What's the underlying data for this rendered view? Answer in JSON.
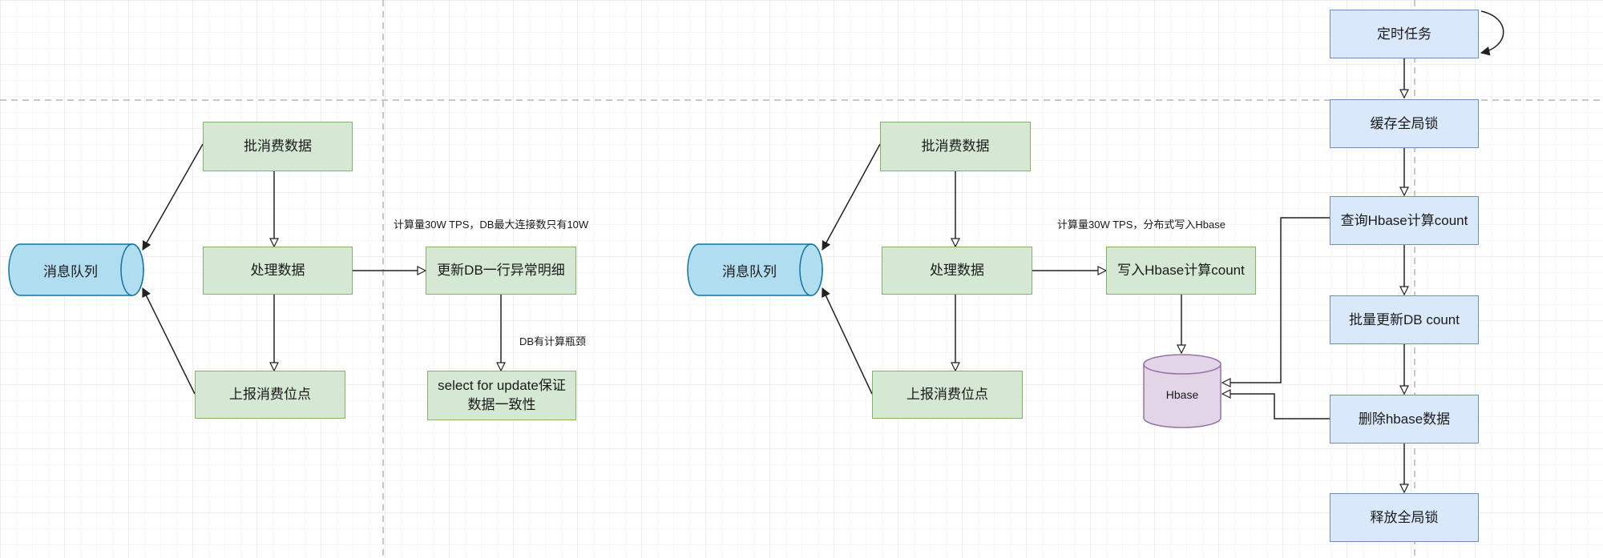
{
  "left": {
    "queue": "消息队列",
    "batch": "批消费数据",
    "process": "处理数据",
    "report": "上报消费位点",
    "update_db": "更新DB一行异常明细",
    "select_update": "select for update保证数据一致性",
    "label_tps": "计算量30W TPS，DB最大连接数只有10W",
    "label_bottleneck": "DB有计算瓶颈"
  },
  "middle": {
    "queue": "消息队列",
    "batch": "批消费数据",
    "process": "处理数据",
    "report": "上报消费位点",
    "write_hbase": "写入Hbase计算count",
    "hbase": "Hbase",
    "label_tps": "计算量30W TPS，分布式写入Hbase"
  },
  "right": {
    "timer": "定时任务",
    "cache_lock": "缓存全局锁",
    "query_hbase": "查询Hbase计算count",
    "batch_update": "批量更新DB count",
    "delete_hbase": "删除hbase数据",
    "release_lock": "释放全局锁"
  },
  "colors": {
    "green_fill": "#d5e8d4",
    "green_stroke": "#82b366",
    "blue_fill": "#dae8fc",
    "blue_stroke": "#6c8ebf",
    "queue_fill": "#b1ddf0",
    "queue_stroke": "#10739e",
    "hbase_fill": "#e1d5e7",
    "hbase_stroke": "#9673a6"
  }
}
